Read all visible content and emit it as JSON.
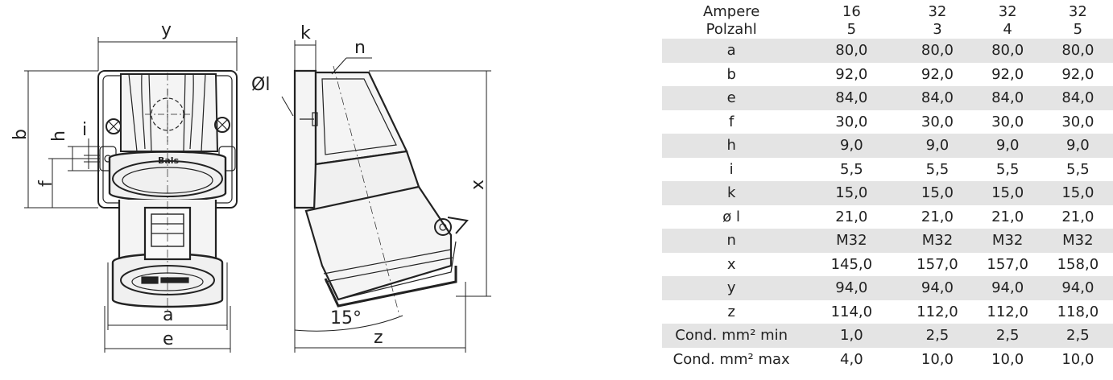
{
  "drawing": {
    "dim_labels": {
      "y": "y",
      "k": "k",
      "n": "n",
      "dia_l": "Øl",
      "b": "b",
      "h": "h",
      "i": "i",
      "f": "f",
      "x": "x",
      "a": "a",
      "e": "e",
      "angle": "15°",
      "z": "z"
    },
    "logo_text": "Bals"
  },
  "table": {
    "header": {
      "ampere_label": "Ampere",
      "polzahl_label": "Polzahl",
      "ampere": [
        "16",
        "32",
        "32",
        "32"
      ],
      "polzahl": [
        "5",
        "3",
        "4",
        "5"
      ]
    },
    "rows": [
      {
        "label": "a",
        "values": [
          "80,0",
          "80,0",
          "80,0",
          "80,0"
        ]
      },
      {
        "label": "b",
        "values": [
          "92,0",
          "92,0",
          "92,0",
          "92,0"
        ]
      },
      {
        "label": "e",
        "values": [
          "84,0",
          "84,0",
          "84,0",
          "84,0"
        ]
      },
      {
        "label": "f",
        "values": [
          "30,0",
          "30,0",
          "30,0",
          "30,0"
        ]
      },
      {
        "label": "h",
        "values": [
          "9,0",
          "9,0",
          "9,0",
          "9,0"
        ]
      },
      {
        "label": "i",
        "values": [
          "5,5",
          "5,5",
          "5,5",
          "5,5"
        ]
      },
      {
        "label": "k",
        "values": [
          "15,0",
          "15,0",
          "15,0",
          "15,0"
        ]
      },
      {
        "label": "ø l",
        "values": [
          "21,0",
          "21,0",
          "21,0",
          "21,0"
        ]
      },
      {
        "label": "n",
        "values": [
          "M32",
          "M32",
          "M32",
          "M32"
        ]
      },
      {
        "label": "x",
        "values": [
          "145,0",
          "157,0",
          "157,0",
          "158,0"
        ]
      },
      {
        "label": "y",
        "values": [
          "94,0",
          "94,0",
          "94,0",
          "94,0"
        ]
      },
      {
        "label": "z",
        "values": [
          "114,0",
          "112,0",
          "112,0",
          "118,0"
        ]
      },
      {
        "label": "Cond. mm² min",
        "values": [
          "1,0",
          "2,5",
          "2,5",
          "2,5"
        ]
      },
      {
        "label": "Cond. mm² max",
        "values": [
          "4,0",
          "10,0",
          "10,0",
          "10,0"
        ]
      }
    ]
  }
}
